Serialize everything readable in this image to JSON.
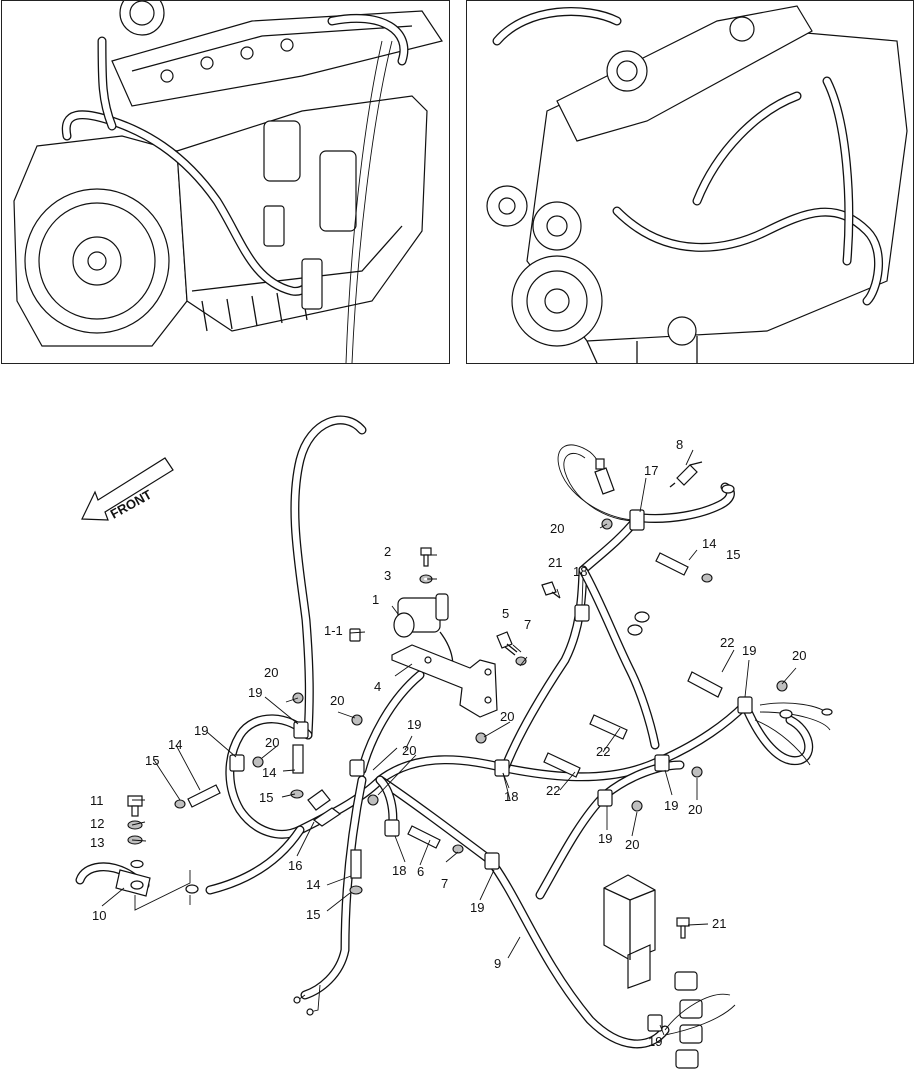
{
  "direction_label": "FRONT",
  "callouts": [
    {
      "id": "c1",
      "text": "1"
    },
    {
      "id": "c1-1",
      "text": "1-1"
    },
    {
      "id": "c2",
      "text": "2"
    },
    {
      "id": "c3",
      "text": "3"
    },
    {
      "id": "c4",
      "text": "4"
    },
    {
      "id": "c5",
      "text": "5"
    },
    {
      "id": "c6",
      "text": "6"
    },
    {
      "id": "c7a",
      "text": "7"
    },
    {
      "id": "c7b",
      "text": "7"
    },
    {
      "id": "c8",
      "text": "8"
    },
    {
      "id": "c9",
      "text": "9"
    },
    {
      "id": "c10",
      "text": "10"
    },
    {
      "id": "c11",
      "text": "11"
    },
    {
      "id": "c12",
      "text": "12"
    },
    {
      "id": "c13",
      "text": "13"
    },
    {
      "id": "c14a",
      "text": "14"
    },
    {
      "id": "c14b",
      "text": "14"
    },
    {
      "id": "c14c",
      "text": "14"
    },
    {
      "id": "c14d",
      "text": "14"
    },
    {
      "id": "c15a",
      "text": "15"
    },
    {
      "id": "c15b",
      "text": "15"
    },
    {
      "id": "c15c",
      "text": "15"
    },
    {
      "id": "c15d",
      "text": "15"
    },
    {
      "id": "c16",
      "text": "16"
    },
    {
      "id": "c17",
      "text": "17"
    },
    {
      "id": "c18a",
      "text": "18"
    },
    {
      "id": "c18b",
      "text": "18"
    },
    {
      "id": "c18c",
      "text": "18"
    },
    {
      "id": "c19a",
      "text": "19"
    },
    {
      "id": "c19b",
      "text": "19"
    },
    {
      "id": "c19c",
      "text": "19"
    },
    {
      "id": "c19d",
      "text": "19"
    },
    {
      "id": "c19e",
      "text": "19"
    },
    {
      "id": "c19f",
      "text": "19"
    },
    {
      "id": "c19g",
      "text": "19"
    },
    {
      "id": "c19h",
      "text": "19"
    },
    {
      "id": "c20a",
      "text": "20"
    },
    {
      "id": "c20b",
      "text": "20"
    },
    {
      "id": "c20c",
      "text": "20"
    },
    {
      "id": "c20d",
      "text": "20"
    },
    {
      "id": "c20e",
      "text": "20"
    },
    {
      "id": "c20f",
      "text": "20"
    },
    {
      "id": "c20g",
      "text": "20"
    },
    {
      "id": "c20h",
      "text": "20"
    },
    {
      "id": "c20i",
      "text": "20"
    },
    {
      "id": "c21a",
      "text": "21"
    },
    {
      "id": "c21b",
      "text": "21"
    },
    {
      "id": "c22a",
      "text": "22"
    },
    {
      "id": "c22b",
      "text": "22"
    },
    {
      "id": "c22c",
      "text": "22"
    }
  ]
}
